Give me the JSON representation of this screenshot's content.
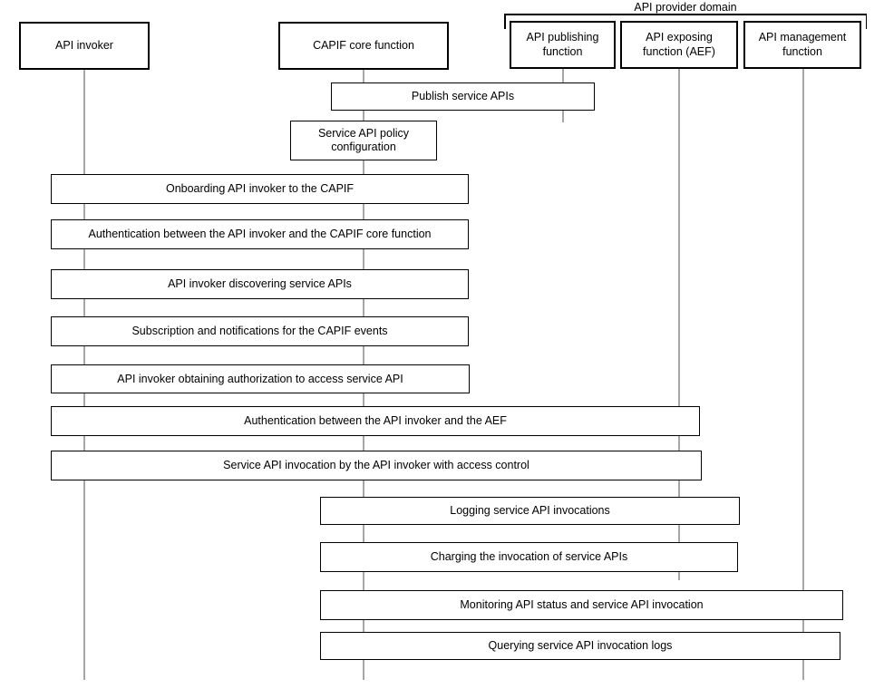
{
  "diagram": {
    "provider_domain_label": "API provider domain",
    "actors": [
      {
        "label": "API invoker"
      },
      {
        "label": "CAPIF core function"
      },
      {
        "label": "API publishing function"
      },
      {
        "label": "API exposing function (AEF)"
      },
      {
        "label": "API management function"
      }
    ],
    "activities": [
      {
        "label": "Publish service APIs"
      },
      {
        "label": "Service API policy configuration"
      },
      {
        "label": "Onboarding API invoker to the CAPIF"
      },
      {
        "label": "Authentication between the API invoker and the CAPIF core function"
      },
      {
        "label": "API invoker discovering service APIs"
      },
      {
        "label": "Subscription and notifications for the CAPIF events"
      },
      {
        "label": "API invoker obtaining authorization to access service API"
      },
      {
        "label": "Authentication between the API invoker and the AEF"
      },
      {
        "label": "Service API invocation by the API invoker with access control"
      },
      {
        "label": "Logging service API invocations"
      },
      {
        "label": "Charging the invocation of service APIs"
      },
      {
        "label": "Monitoring API status and service API invocation"
      },
      {
        "label": "Querying service API invocation logs"
      }
    ],
    "colors": {
      "lifeline": "#a6a6a6",
      "border": "#000000",
      "background": "#ffffff"
    }
  }
}
